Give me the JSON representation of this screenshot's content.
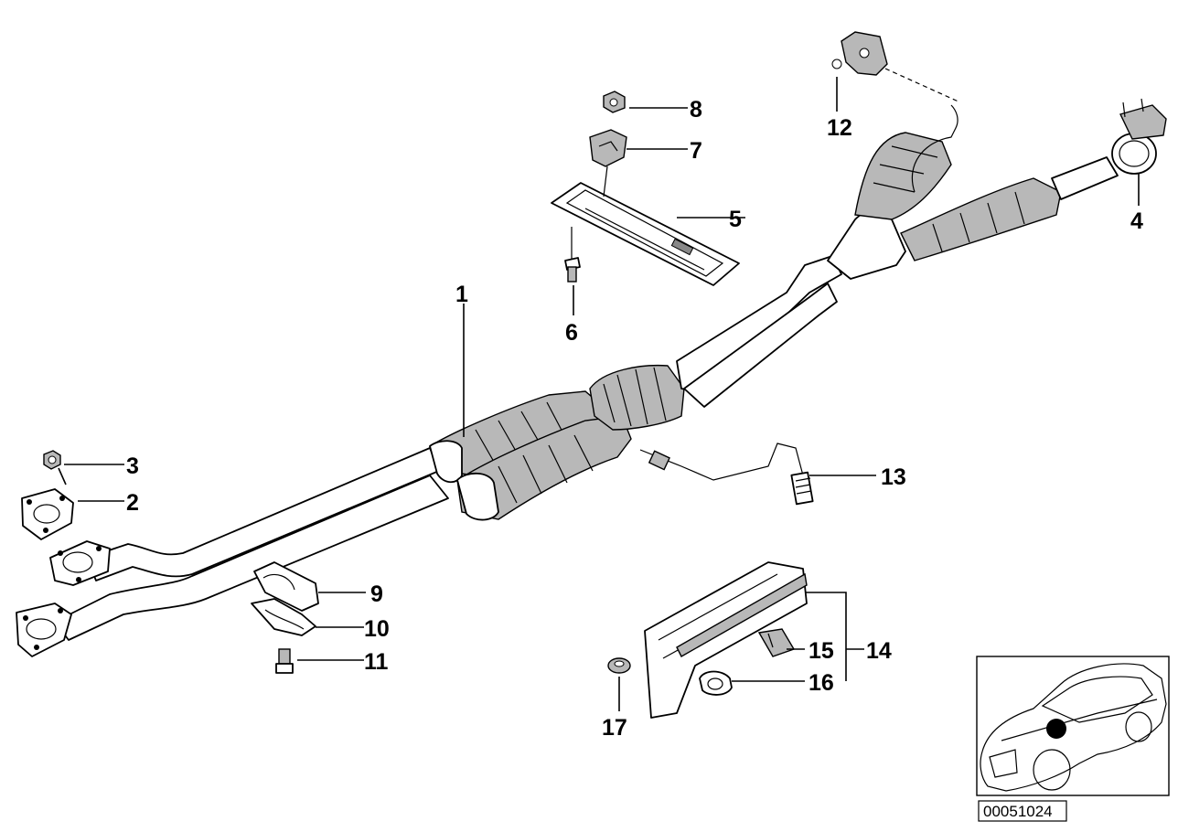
{
  "diagram": {
    "reference_code": "00051024",
    "callouts": [
      {
        "id": "1",
        "label": "1"
      },
      {
        "id": "2",
        "label": "2"
      },
      {
        "id": "3",
        "label": "3"
      },
      {
        "id": "4",
        "label": "4"
      },
      {
        "id": "5",
        "label": "5"
      },
      {
        "id": "6",
        "label": "6"
      },
      {
        "id": "7",
        "label": "7"
      },
      {
        "id": "8",
        "label": "8"
      },
      {
        "id": "9",
        "label": "9"
      },
      {
        "id": "10",
        "label": "10"
      },
      {
        "id": "11",
        "label": "11"
      },
      {
        "id": "12",
        "label": "12"
      },
      {
        "id": "13",
        "label": "13"
      },
      {
        "id": "14",
        "label": "14"
      },
      {
        "id": "15",
        "label": "15"
      },
      {
        "id": "16",
        "label": "16"
      },
      {
        "id": "17",
        "label": "17"
      }
    ],
    "inset": {
      "marker_color": "#000000"
    }
  }
}
